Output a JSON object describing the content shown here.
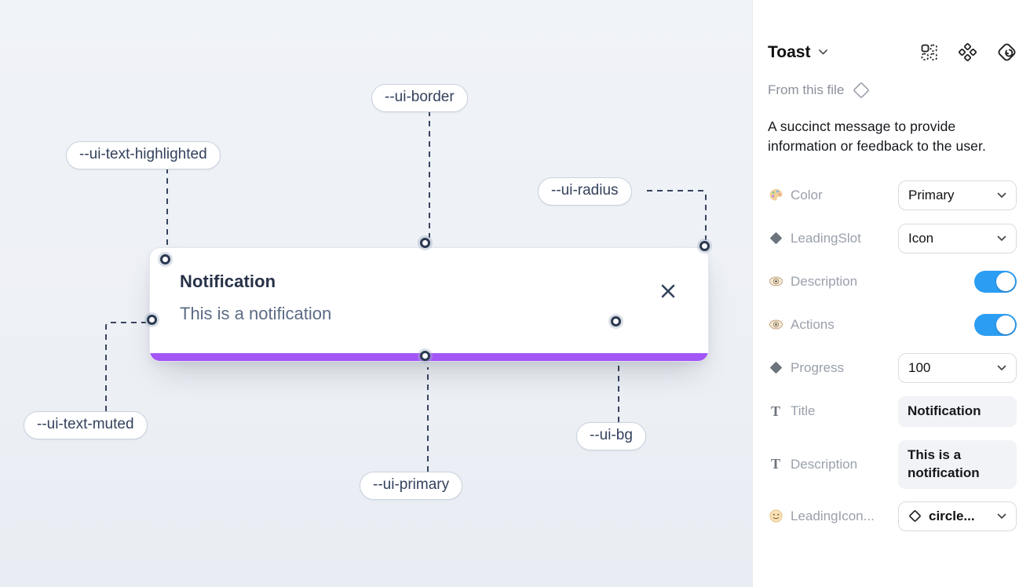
{
  "canvas": {
    "toast": {
      "title": "Notification",
      "description": "This is a notification",
      "close_icon": "x-close-icon"
    },
    "annotations": [
      {
        "label": "--ui-border"
      },
      {
        "label": "--ui-text-highlighted"
      },
      {
        "label": "--ui-radius"
      },
      {
        "label": "--ui-text-muted"
      },
      {
        "label": "--ui-primary"
      },
      {
        "label": "--ui-bg"
      }
    ],
    "colors": {
      "primary_bar": "#a356f6",
      "canvas_bg": "#edf0f5",
      "connector": "#37445e"
    }
  },
  "panel": {
    "header": {
      "title": "Toast",
      "icons": [
        "instance-grid-icon",
        "variants-icon",
        "component-return-icon"
      ]
    },
    "source_label": "From this file",
    "source_icon": "diamond-outline-icon",
    "description": "A succinct message to provide information or feedback to the user.",
    "colors": {
      "toggle_on": "#2b9df3"
    },
    "properties": [
      {
        "icon": "palette-icon",
        "label": "Color",
        "control": "select",
        "value": "Primary"
      },
      {
        "icon": "diamond-icon",
        "label": "LeadingSlot",
        "control": "select",
        "value": "Icon"
      },
      {
        "icon": "eye-icon",
        "label": "Description",
        "control": "toggle",
        "value": true
      },
      {
        "icon": "eye-icon",
        "label": "Actions",
        "control": "toggle",
        "value": true
      },
      {
        "icon": "diamond-icon",
        "label": "Progress",
        "control": "select",
        "value": "100"
      },
      {
        "icon": "text-icon",
        "label": "Title",
        "control": "text",
        "value": "Notification"
      },
      {
        "icon": "text-icon",
        "label": "Description",
        "control": "text",
        "value": "This is a notification"
      },
      {
        "icon": "smiley-icon",
        "label": "LeadingIcon...",
        "control": "select-icon",
        "value": "circle..."
      }
    ]
  }
}
